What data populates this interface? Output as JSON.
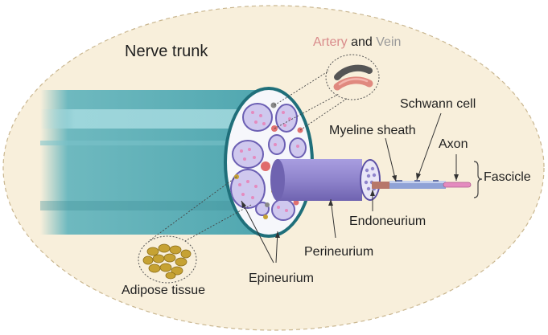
{
  "title": "Nerve trunk",
  "labels": {
    "artery": "Artery",
    "and": " and ",
    "vein": "Vein",
    "schwann_cell": "Schwann cell",
    "myeline_sheath": "Myeline sheath",
    "axon": "Axon",
    "fascicle": "Fascicle",
    "endoneurium": "Endoneurium",
    "perineurium": "Perineurium",
    "epineurium": "Epineurium",
    "adipose_tissue": "Adipose tissue"
  },
  "colors": {
    "background_ellipse": "#f8efdb",
    "ellipse_border": "#c9b68f",
    "trunk": "#5fb3bc",
    "trunk_highlight": "#8fd0d6",
    "epineurium_ring": "#1f6f7a",
    "cross_section": "#f6f7fb",
    "fascicle_outline": "#6b5fb3",
    "fascicle_fill": "#cfc8ee",
    "perineurium": "#8f84cc",
    "artery_text": "#d98b8b",
    "vein_text": "#9a9a9a",
    "artery": "#e0897f",
    "vein": "#555555",
    "adipose": "#c6a233",
    "axon": "#e48bbf",
    "schwann": "#6f86c9"
  },
  "icons": {
    "artery_vein_inset": "artery-vein-icon",
    "adipose_inset": "adipose-cells-icon",
    "fascicle_bracket": "brace-icon"
  }
}
